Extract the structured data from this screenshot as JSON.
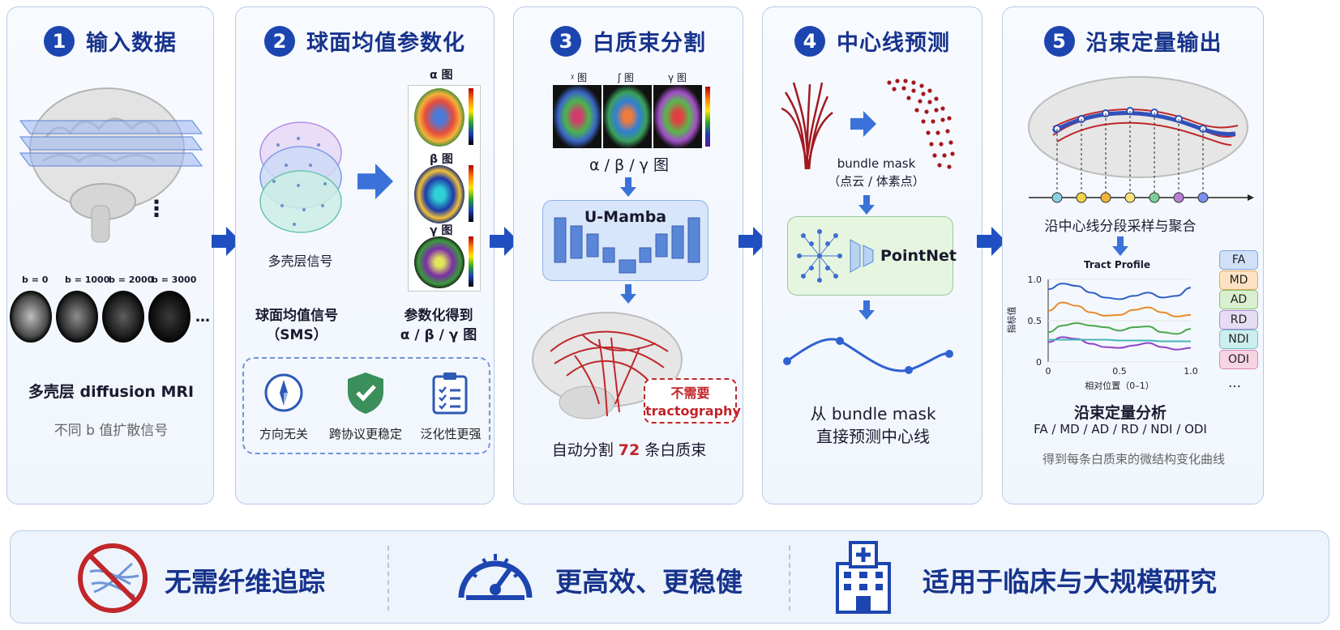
{
  "panels": [
    {
      "num": "1",
      "title": "输入数据"
    },
    {
      "num": "2",
      "title": "球面均值参数化"
    },
    {
      "num": "3",
      "title": "白质束分割"
    },
    {
      "num": "4",
      "title": "中心线预测"
    },
    {
      "num": "5",
      "title": "沿束定量输出"
    }
  ],
  "p1": {
    "vdots": "⋮",
    "bvals": [
      "b = 0",
      "b = 1000",
      "b = 2000",
      "b = 3000"
    ],
    "ellipsis": "…",
    "caption": "多壳层 diffusion MRI",
    "sub": "不同 b 值扩散信号"
  },
  "p2": {
    "sphere_label": "多壳层信号",
    "map_labels": [
      "α 图",
      "β 图",
      "γ 图"
    ],
    "left_caption_1": "球面均值信号",
    "left_caption_2": "（SMS）",
    "right_caption_1": "参数化得到",
    "right_caption_2": "α / β / γ 图",
    "features": [
      {
        "icon": "compass-icon",
        "label": "方向无关"
      },
      {
        "icon": "shield-check-icon",
        "label": "跨协议更稳定"
      },
      {
        "icon": "clipboard-list-icon",
        "label": "泛化性更强"
      }
    ]
  },
  "p3": {
    "map_labels": [
      "ᵡ 图",
      "ʃ 图",
      "γ 图"
    ],
    "maps_caption": "α / β / γ 图",
    "model": "U-Mamba",
    "note_1": "不需要",
    "note_2": "tractography",
    "bottom_pre": "自动分割 ",
    "bottom_num": "72",
    "bottom_post": " 条白质束"
  },
  "p4": {
    "mask_1": "bundle mask",
    "mask_2": "（点云 / 体素点）",
    "model": "PointNet",
    "caption_1": "从 bundle mask",
    "caption_2": "直接预测中心线"
  },
  "p5": {
    "sample_caption": "沿中心线分段采样与聚合",
    "chart_title": "Tract Profile",
    "metrics": [
      {
        "name": "FA",
        "color": "#cfe0f7",
        "border": "#7ea6db"
      },
      {
        "name": "MD",
        "color": "#fde3c3",
        "border": "#e9a55c"
      },
      {
        "name": "AD",
        "color": "#d9efcf",
        "border": "#86c06a"
      },
      {
        "name": "RD",
        "color": "#e6dcf3",
        "border": "#a98ad0"
      },
      {
        "name": "NDI",
        "color": "#cdeeee",
        "border": "#6cc3c3"
      },
      {
        "name": "ODI",
        "color": "#f7d4e3",
        "border": "#de86ad"
      }
    ],
    "metrics_more": "…",
    "caption_1": "沿束定量分析",
    "caption_2": "FA / MD / AD / RD / NDI / ODI",
    "caption_3": "得到每条白质束的微结构变化曲线"
  },
  "chart_data": {
    "type": "line",
    "title": "Tract Profile",
    "xlabel": "相对位置（0–1）",
    "ylabel": "指标值",
    "xlim": [
      0,
      1
    ],
    "ylim": [
      0,
      1
    ],
    "xticks": [
      "0",
      "0.5",
      "1.0"
    ],
    "yticks": [
      "0",
      "0.5",
      "1.0"
    ],
    "x": [
      0,
      0.1,
      0.2,
      0.3,
      0.4,
      0.5,
      0.6,
      0.7,
      0.8,
      0.9,
      1.0
    ],
    "series": [
      {
        "name": "FA",
        "color": "#2f5fc4",
        "values": [
          0.88,
          0.95,
          0.92,
          0.84,
          0.78,
          0.76,
          0.8,
          0.84,
          0.78,
          0.8,
          0.9
        ]
      },
      {
        "name": "MD",
        "color": "#e98a2b",
        "values": [
          0.62,
          0.72,
          0.68,
          0.6,
          0.56,
          0.57,
          0.63,
          0.66,
          0.6,
          0.55,
          0.57
        ]
      },
      {
        "name": "AD",
        "color": "#4aa84a",
        "values": [
          0.36,
          0.44,
          0.47,
          0.44,
          0.42,
          0.38,
          0.42,
          0.43,
          0.36,
          0.34,
          0.4
        ]
      },
      {
        "name": "RD",
        "color": "#8e44c6",
        "values": [
          0.24,
          0.3,
          0.28,
          0.22,
          0.18,
          0.17,
          0.2,
          0.23,
          0.18,
          0.15,
          0.17
        ]
      },
      {
        "name": "NDI",
        "color": "#43b7b7",
        "values": [
          0.27,
          0.27,
          0.27,
          0.27,
          0.27,
          0.26,
          0.26,
          0.26,
          0.25,
          0.25,
          0.25
        ]
      }
    ]
  },
  "bottom": [
    {
      "icon": "no-tractography-icon",
      "label": "无需纤维追踪"
    },
    {
      "icon": "speedometer-icon",
      "label": "更高效、更稳健"
    },
    {
      "icon": "hospital-icon",
      "label": "适用于临床与大规模研究"
    }
  ]
}
